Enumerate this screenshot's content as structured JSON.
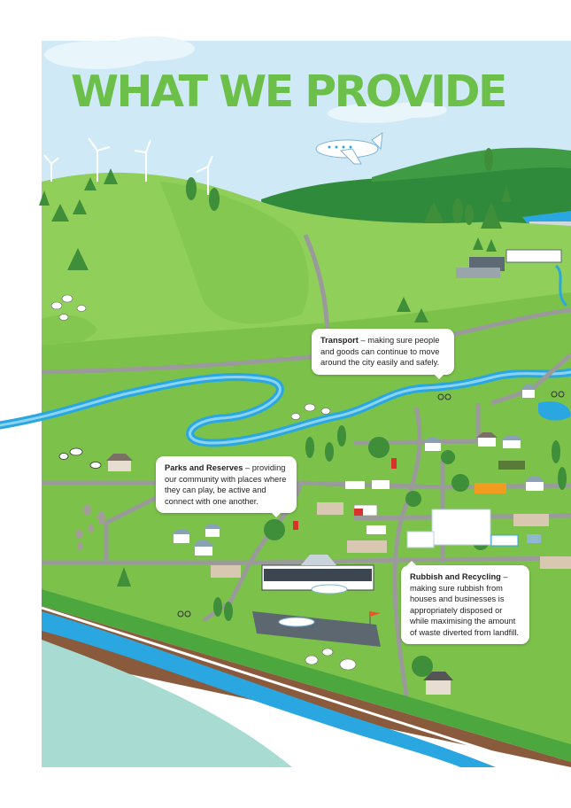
{
  "page": {
    "title": "WHAT WE PROVIDE"
  },
  "callouts": {
    "transport": {
      "heading": "Transport",
      "text": " – making sure people and goods can continue to move around the city easily and safely."
    },
    "parks": {
      "heading": "Parks and Reserves",
      "text": " – providing our community with places where they can play, be active and connect with one another."
    },
    "rubbish": {
      "heading": "Rubbish and Recycling",
      "text": " – making sure rubbish from houses and businesses is appropriately disposed or while maximising the amount of waste diverted from landfill."
    }
  },
  "colors": {
    "sky": "#cfe9f6",
    "title_green": "#6cc04a",
    "grass_light": "#8fcf5a",
    "grass_mid": "#7cc24a",
    "hill_dark": "#2f8a3c",
    "river": "#2aa7e0",
    "road": "#9a9a9a",
    "sea": "#a8dcd2",
    "soil": "#8a5a3c"
  },
  "icons": [
    "wind-turbine-icon",
    "airplane-icon",
    "tree-icon",
    "sheep-icon",
    "cow-icon",
    "house-icon",
    "factory-icon",
    "truck-icon",
    "bus-icon",
    "cyclist-icon",
    "gravestone-icon",
    "airport-terminal-icon",
    "windsock-icon"
  ]
}
